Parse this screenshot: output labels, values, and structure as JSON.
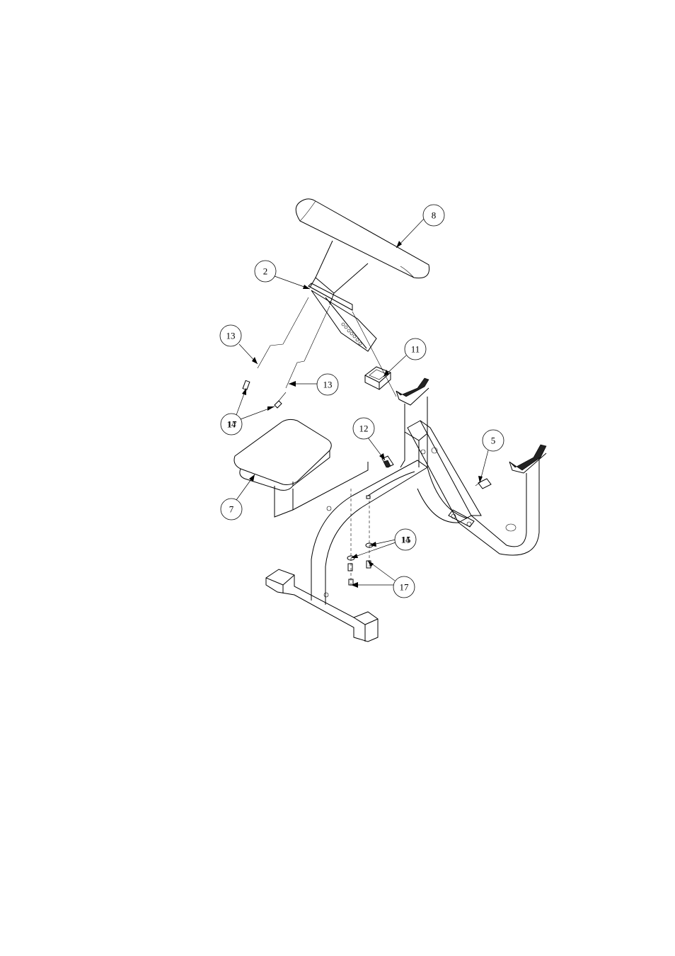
{
  "diagram": {
    "callouts": [
      {
        "id": "c8",
        "label": "8"
      },
      {
        "id": "c2",
        "label": "2"
      },
      {
        "id": "c13a",
        "label": "13"
      },
      {
        "id": "c11",
        "label": "11"
      },
      {
        "id": "c13b",
        "label": "13"
      },
      {
        "id": "c14a",
        "label": "14"
      },
      {
        "id": "c17a",
        "label": "17"
      },
      {
        "id": "c12",
        "label": "12"
      },
      {
        "id": "c5",
        "label": "5"
      },
      {
        "id": "c7",
        "label": "7"
      },
      {
        "id": "c14b",
        "label": "14"
      },
      {
        "id": "c15",
        "label": "15"
      },
      {
        "id": "c17b",
        "label": "17"
      }
    ]
  }
}
